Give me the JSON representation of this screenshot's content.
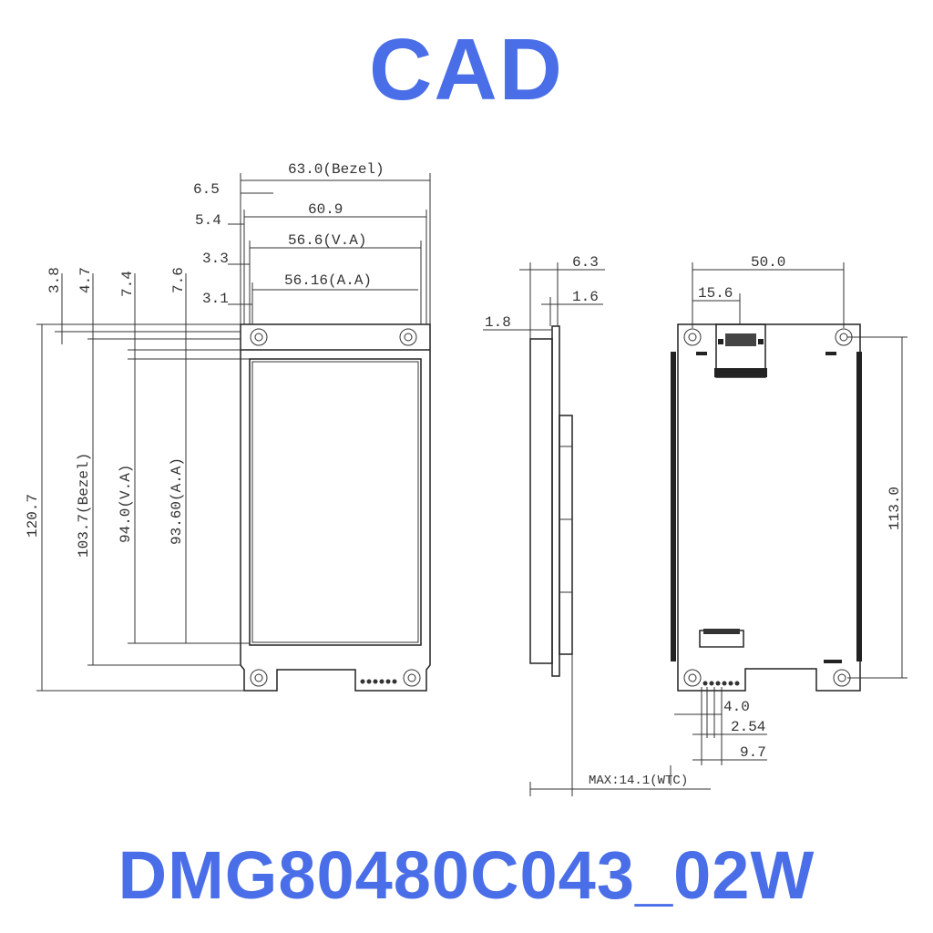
{
  "header": {
    "title": "CAD"
  },
  "footer": {
    "model": "DMG80480C043_02W"
  },
  "front_view": {
    "dims": {
      "bezel_width": "63.0(Bezel)",
      "offset_6_5": "6.5",
      "width_60_9": "60.9",
      "offset_5_4": "5.4",
      "va_width": "56.6(V.A)",
      "offset_3_3": "3.3",
      "aa_width": "56.16(A.A)",
      "offset_3_1": "3.1",
      "top_3_8": "3.8",
      "top_4_7": "4.7",
      "top_7_4": "7.4",
      "top_7_6": "7.6",
      "total_height": "120.7",
      "bezel_height": "103.7(Bezel)",
      "va_height": "94.0(V.A)",
      "aa_height": "93.60(A.A)"
    }
  },
  "side_view": {
    "dims": {
      "depth_6_3": "6.3",
      "depth_1_6": "1.6",
      "depth_1_8": "1.8",
      "max_depth": "MAX:14.1(WTC)"
    }
  },
  "back_view": {
    "dims": {
      "hole_spacing": "50.0",
      "usb_offset": "15.6",
      "hole_height": "113.0",
      "pin_4_0": "4.0",
      "pin_pitch": "2.54",
      "pin_9_7": "9.7"
    }
  }
}
